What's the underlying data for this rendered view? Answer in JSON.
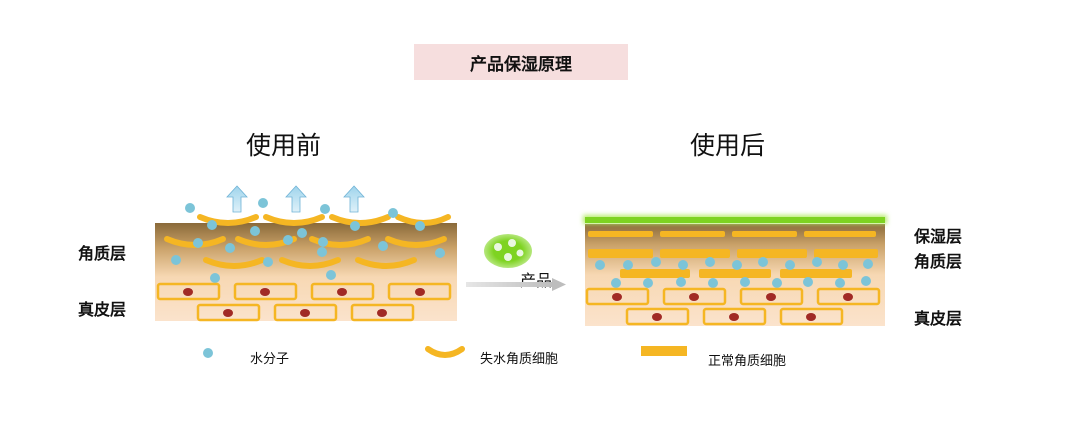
{
  "title": "产品保湿原理",
  "before": {
    "heading": "使用前",
    "layer_labels": [
      "角质层",
      "真皮层"
    ]
  },
  "after": {
    "heading": "使用后",
    "layer_labels": [
      "保湿层",
      "角质层",
      "真皮层"
    ]
  },
  "product_label": "产品",
  "legend": [
    {
      "icon": "water-molecule",
      "label": "水分子"
    },
    {
      "icon": "dehydrated-keratinocyte",
      "label": "失水角质细胞"
    },
    {
      "icon": "normal-keratinocyte",
      "label": "正常角质细胞"
    }
  ],
  "colors": {
    "water": "#7cc4d8",
    "cell_border": "#f5b623",
    "nucleus": "#a12a25",
    "moist_layer": "#7ed321",
    "product": "#7ed321",
    "title_bg": "#f6dede"
  }
}
